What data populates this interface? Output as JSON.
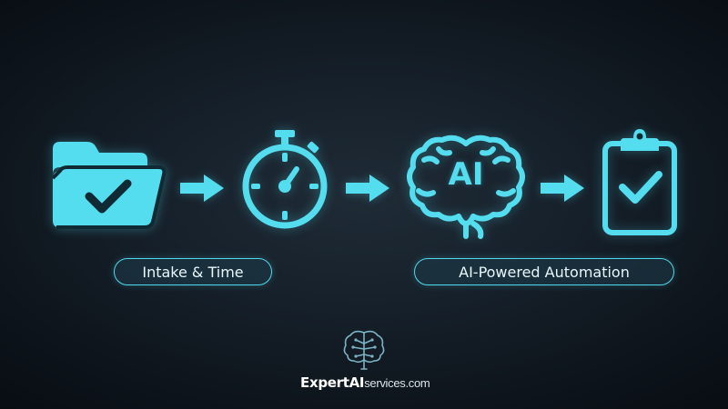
{
  "colors": {
    "accent": "#54dcef",
    "accent_dark": "#0f2a33",
    "background": "#121b24",
    "text": "#e8f7fb"
  },
  "steps": [
    {
      "icon": "folder-check-icon"
    },
    {
      "icon": "stopwatch-icon"
    },
    {
      "icon": "brain-ai-icon",
      "icon_text": "AI"
    },
    {
      "icon": "clipboard-check-icon"
    }
  ],
  "labels": {
    "intake": "Intake & Time",
    "automation": "AI-Powered Automation"
  },
  "logo": {
    "brand": "ExpertAI",
    "domain": "services.com",
    "icon": "tree-brain-logo-icon"
  }
}
